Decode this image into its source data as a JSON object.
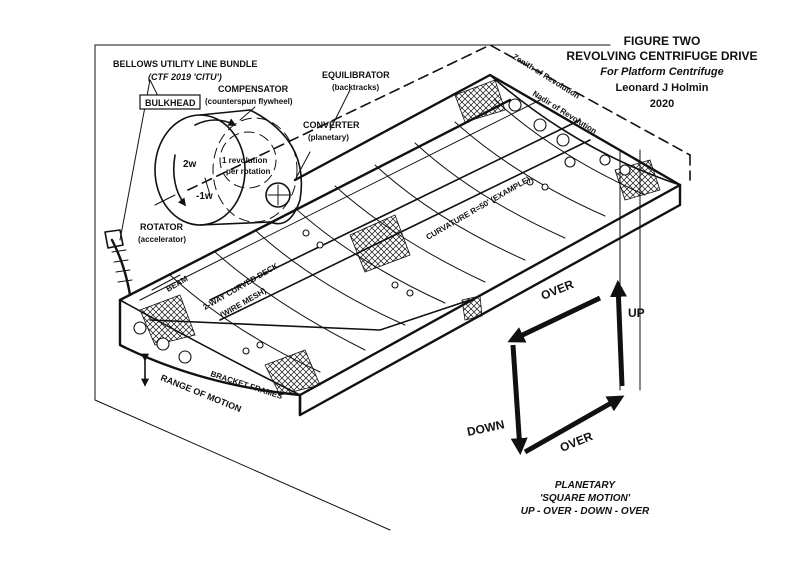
{
  "title": {
    "line1": "FIGURE TWO",
    "line2": "REVOLVING CENTRIFUGE DRIVE",
    "line3": "For Platform Centrifuge",
    "author": "Leonard J Holmin",
    "year": "2020"
  },
  "labels": {
    "bellows": "BELLOWS UTILITY LINE BUNDLE",
    "ctf": "(CTF 2019 'CITU')",
    "bulkhead": "BULKHEAD",
    "compensator": "COMPENSATOR",
    "compensator_sub": "(counterspun flywheel)",
    "equilibrator": "EQUILIBRATOR",
    "equilibrator_sub": "(backtracks)",
    "converter": "CONVERTER",
    "converter_sub": "(planetary)",
    "rev_line1": "1 revolution",
    "rev_line2": "per rotation",
    "two_w": "2w",
    "minus_one_w": "-1w",
    "rotator": "ROTATOR",
    "rotator_sub": "(accelerator)",
    "zenith": "Zenith of Revolution",
    "nadir": "Nadir of Revolution",
    "curvature": "CURVATURE R=50' (EXAMPLE)",
    "beam": "BEAM",
    "deck_line1": "2-WAY CURVED DECK",
    "deck_line2": "(WIRE MESH)",
    "bracket": "BRACKET FRAMES",
    "range": "RANGE OF MOTION"
  },
  "planetary": {
    "over_top": "OVER",
    "up": "UP",
    "down": "DOWN",
    "over_bottom": "OVER",
    "caption1": "PLANETARY",
    "caption2": "'SQUARE MOTION'",
    "caption3": "UP - OVER - DOWN - OVER"
  }
}
